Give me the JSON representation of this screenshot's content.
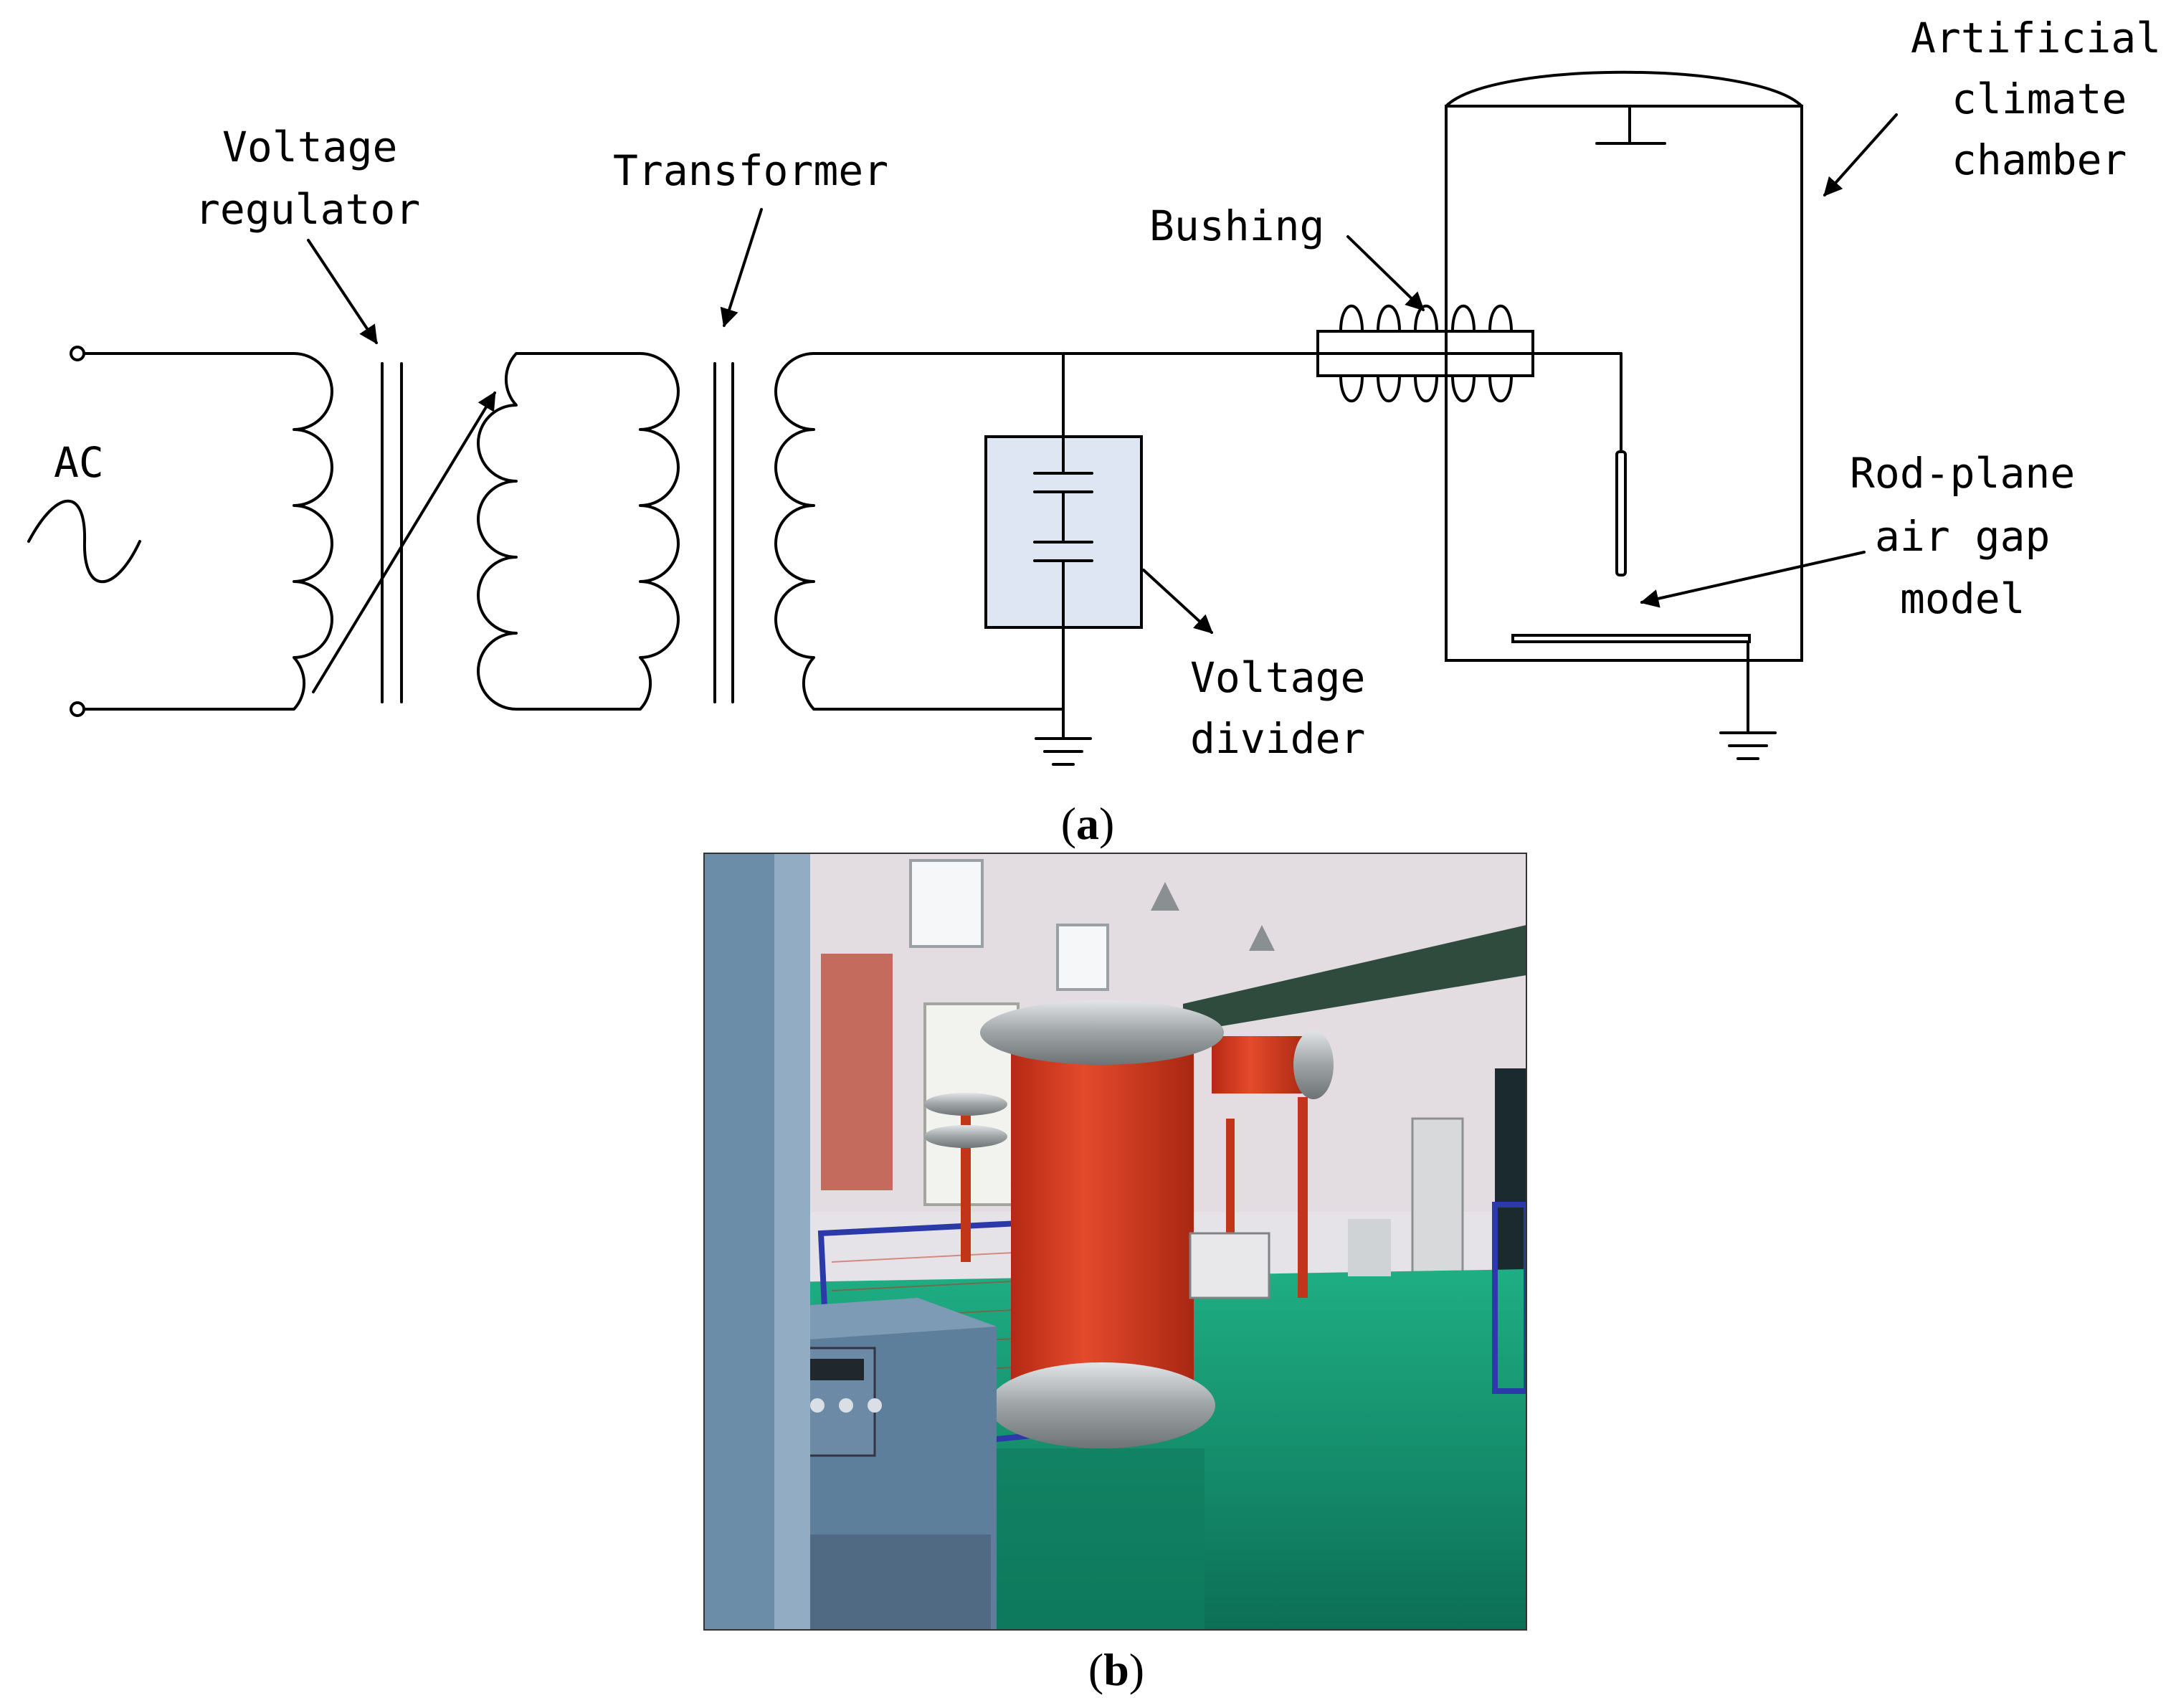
{
  "diagram": {
    "labels": {
      "ac": "AC",
      "voltage_regulator": [
        "Voltage",
        "regulator"
      ],
      "transformer": "Transformer",
      "bushing": "Bushing",
      "artificial_climate_chamber": [
        "Artificial",
        "climate",
        "chamber"
      ],
      "rod_plane_air_gap_model": [
        "Rod-plane",
        "air gap",
        "model"
      ],
      "voltage_divider": [
        "Voltage",
        "divider"
      ]
    },
    "colors": {
      "divider_box_fill": "#dde6f2",
      "line": "#000000"
    }
  },
  "captions": {
    "a": {
      "open": "(",
      "letter": "a",
      "close": ")"
    },
    "b": {
      "open": "(",
      "letter": "b",
      "close": ")"
    }
  },
  "photo": {
    "colors": {
      "floor": "#169a76",
      "tank_red": "#d83a22",
      "metal": "#a8adb0",
      "wall": "#e6e3e8",
      "console": "#5e7f9c"
    }
  }
}
